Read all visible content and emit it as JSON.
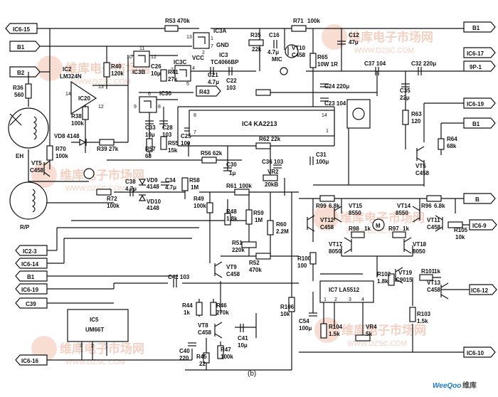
{
  "caption": "(b)",
  "brand": {
    "part_a": "WeeQoo",
    "part_b": "维库"
  },
  "watermark": {
    "text": "维库电子市场网",
    "url": "WWW.DZSC.COM"
  },
  "ports": {
    "ic6_15": "IC6-15",
    "b1_top": "B1",
    "b2": "B2",
    "b1_right_top": "B1",
    "ic6_17": "IC6-17",
    "p9_1": "9P-1",
    "ic6_19": "IC6-19",
    "b1_right": "B1",
    "b_right": "B",
    "ic6_9": "IC6-9",
    "ic6_12": "IC6-12",
    "ic6_10": "IC6-10",
    "ic2_3": "IC2-3",
    "ic6_14": "IC6-14",
    "b1_left": "B1",
    "ic6_19_left": "IC6-19",
    "c39": "C39",
    "ic6_16": "IC6-16",
    "r43": "R43"
  },
  "ics": {
    "ic3a": "IC3A",
    "ic3b": "IC3B",
    "ic3c": "IC3C",
    "ic3_name": "IC3",
    "ic3_part": "TC4066BP",
    "ic2": "IC2",
    "ic2_part": "LM324N",
    "ic20": "IC20",
    "ic30": "IC30",
    "ic4": "IC4 KA2213",
    "ic5": "IC5",
    "ic5_part": "UM66T",
    "ic7": "IC7 LA5512",
    "vcc": "VCC",
    "gnd": "GND"
  },
  "pins": {
    "p13": "13",
    "p1": "1",
    "p2": "2",
    "p7": "7",
    "p10": "10",
    "p11": "11",
    "p12": "12",
    "p3": "3",
    "p4": "4",
    "p5": "5",
    "p14a": "14",
    "p13b": "13",
    "p12b": "12",
    "p6": "6",
    "p8": "8",
    "p9": "9",
    "p14": "14",
    "p1b": "1",
    "p7b": "7",
    "p8b": "8",
    "p3b": "3",
    "p2b": "2",
    "p1c": "1",
    "p1d": "1",
    "p2d": "2",
    "p3d": "3",
    "p4d": "4"
  },
  "resistors": {
    "r53": "R53 470k",
    "r35": "R35",
    "r35v": "22k",
    "r71": "R71",
    "r71v": "100k",
    "r40": "R40",
    "r40v": "120k",
    "r41": "R41",
    "r41v": "27k",
    "r36": "R36",
    "r36v": "560",
    "r38": "R38",
    "r38v": "100k",
    "r39": "R39 27k",
    "r70": "R70",
    "r70v": "100k",
    "r57": "R57",
    "r57v": "68",
    "r55": "R55",
    "r55v": "15k",
    "r56": "R56 62k",
    "r62": "R62 22k",
    "r65": "R65",
    "r65v": "10W 1R",
    "r63": "R63",
    "r63v": "120",
    "r64": "R64",
    "r64v": "68k",
    "r58": "R58",
    "r58v": "1M",
    "r72": "R72",
    "r72v": "100k",
    "r61": "R61",
    "r61v": "100k",
    "r49": "R49",
    "r49v": "100k",
    "r48": "R48",
    "r48v": "1.8k",
    "r59": "R59",
    "r59v": "1M",
    "r60": "R60",
    "r60v": "2.2M",
    "r51": "R51",
    "r51v": "220k",
    "r52": "R52",
    "r52v": "470k",
    "r99": "R99",
    "r99v": "6.8k",
    "r96": "R96",
    "r96v": "6.8k",
    "r98": "R98",
    "r98v": "1k",
    "r97": "R97",
    "r97v": "1k",
    "r105": "R105",
    "r105v": "10k",
    "r100": "R100",
    "r100v": "100",
    "r102": "R102",
    "r102v": "1.8k",
    "r101": "R101",
    "r101v": "1k",
    "r106": "R106",
    "r106v": "10k",
    "r103": "R103",
    "r103v": "1.5k",
    "r104": "R104",
    "r104v": "1.5k",
    "r44": "R44",
    "r44v": "1k",
    "r46": "R46",
    "r46v": "270k",
    "r45": "R45",
    "r45v": "22",
    "r47": "R47",
    "r47v": "100k",
    "vr2": "VR2",
    "vr2v": "20kB",
    "vr4": "VR4",
    "vr4v": "5k"
  },
  "capacitors": {
    "c16": "C16",
    "c16v": "4.7μ",
    "c12": "C12",
    "c12v": "47μ",
    "c26": "C26",
    "c26v": "10μ",
    "c21": "C21",
    "c21v": "4.7μ",
    "c22": "C22",
    "c22v": "103",
    "c37": "C37 104",
    "c32": "C32 220μ",
    "c24": "C24 220μ",
    "c23": "C23 104",
    "c35": "C35",
    "c35v": "22μ",
    "c33": "C33",
    "c33v": "10μ",
    "c28": "C28",
    "c28v": "103",
    "c25": "C25",
    "c25v": "100",
    "c30": "C30",
    "c30v": "1μ",
    "c36": "C36 103",
    "c31": "C31",
    "c31v": "100μ",
    "c38": "C38",
    "c38v": "4.7μ",
    "c34": "C34",
    "c34v": "4.7μ",
    "c42": "C42 103",
    "c54": "C54",
    "c54v": "100μ",
    "c40": "C40",
    "c40v": "220",
    "c41": "C41",
    "c41v": "10μ"
  },
  "semis": {
    "vt10": "VT10",
    "vt10v": "C458",
    "mic": "MIC",
    "vd8": "VD8 4148",
    "vt5": "VT5",
    "vt5v": "C458",
    "vt5r": "VT5",
    "vt5rv": "C458",
    "vd9": "VD9",
    "vd9v": "4148",
    "vd10": "VD10",
    "vd10v": "4148",
    "vt15": "VT15",
    "vt15v": "8550",
    "vt14": "VT14",
    "vt14v": "8550",
    "vt12": "VT12",
    "vt12v": "C458",
    "vt11": "VT11",
    "vt11v": "C458",
    "vt17": "VT17",
    "vt17v": "8050",
    "vt18": "VT18",
    "vt18v": "8050",
    "vt19": "VT19",
    "vt19v": "C9015",
    "vt13": "VT13",
    "vt13v": "C458",
    "vt9": "VT9",
    "vt9v": "C458",
    "vt8": "VT8",
    "vt8v": "C458",
    "motor": "M"
  },
  "misc": {
    "eh": "EH",
    "rp": "R/P"
  }
}
